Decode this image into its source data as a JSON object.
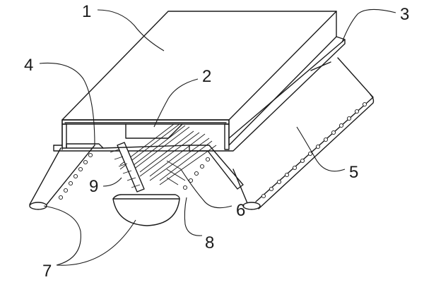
{
  "labels": {
    "l1": "1",
    "l2": "2",
    "l3": "3",
    "l4": "4",
    "l5": "5",
    "l6": "6",
    "l7": "7",
    "l8": "8",
    "l9": "9"
  },
  "colors": {
    "ink": "#1a1a1a",
    "paper": "#ffffff"
  }
}
